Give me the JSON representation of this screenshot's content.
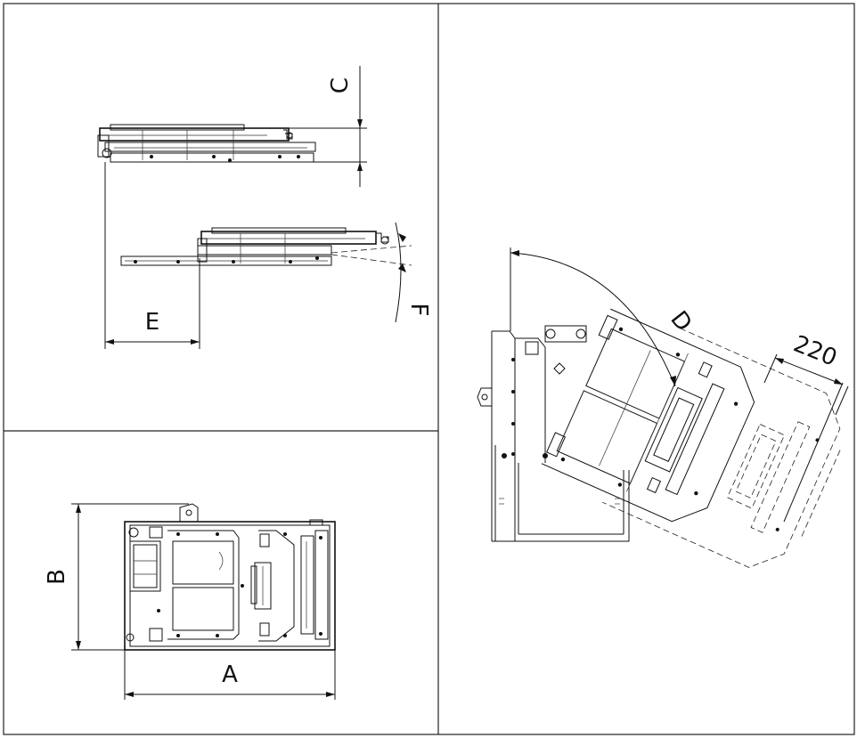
{
  "labels": {
    "c": "C",
    "f": "F",
    "e": "E",
    "b": "B",
    "a": "A",
    "d": "D",
    "dim_220": "220"
  }
}
